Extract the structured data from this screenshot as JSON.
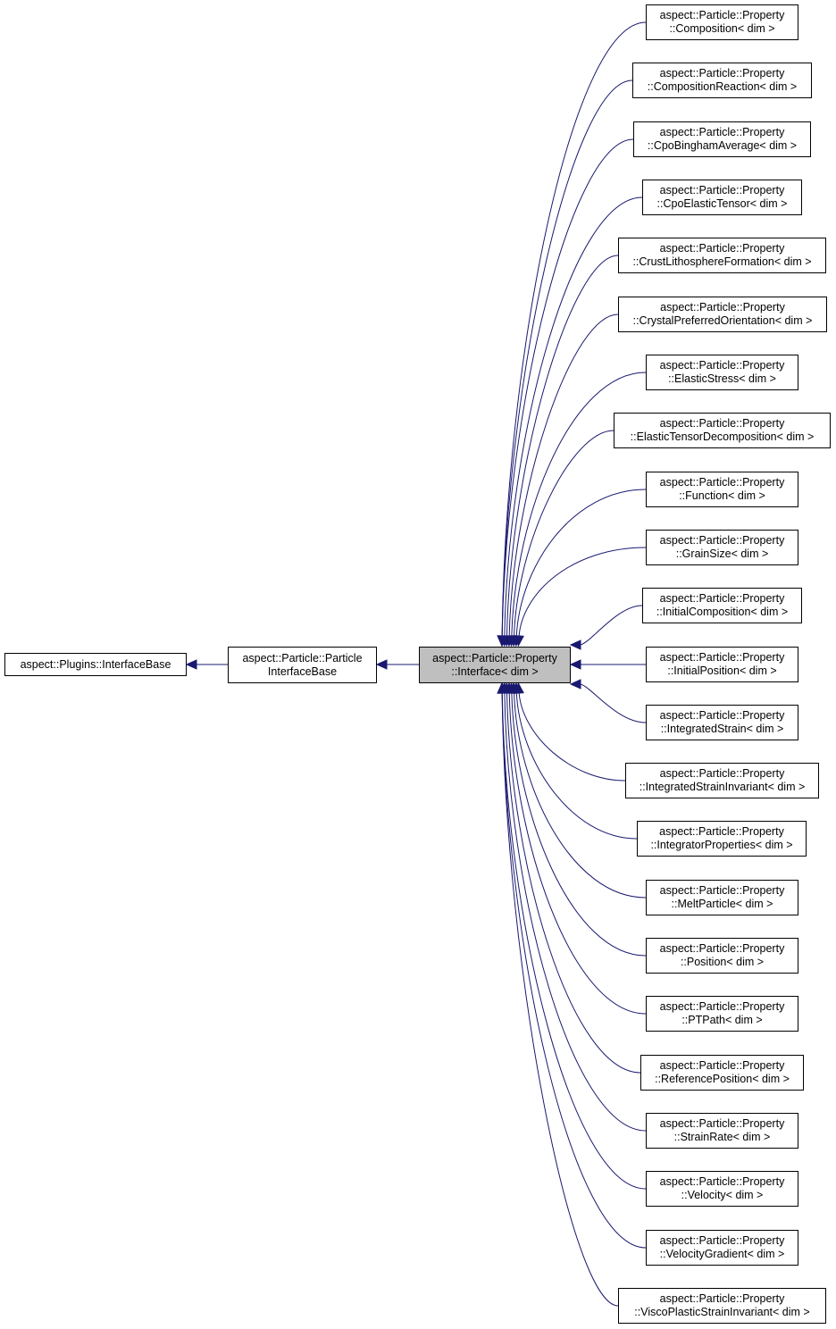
{
  "colors": {
    "edge": "#191970",
    "focus_fill": "#bfbfbf",
    "node_border": "#000000"
  },
  "base_chain": [
    {
      "id": "plugins",
      "lines": [
        "aspect::Plugins::InterfaceBase"
      ]
    },
    {
      "id": "particle",
      "lines": [
        "aspect::Particle::Particle",
        "InterfaceBase"
      ]
    }
  ],
  "focus": {
    "lines": [
      "aspect::Particle::Property",
      "::Interface< dim >"
    ]
  },
  "derived": [
    {
      "lines": [
        "aspect::Particle::Property",
        "::Composition< dim >"
      ]
    },
    {
      "lines": [
        "aspect::Particle::Property",
        "::CompositionReaction< dim >"
      ]
    },
    {
      "lines": [
        "aspect::Particle::Property",
        "::CpoBinghamAverage< dim >"
      ]
    },
    {
      "lines": [
        "aspect::Particle::Property",
        "::CpoElasticTensor< dim >"
      ]
    },
    {
      "lines": [
        "aspect::Particle::Property",
        "::CrustLithosphereFormation< dim >"
      ]
    },
    {
      "lines": [
        "aspect::Particle::Property",
        "::CrystalPreferredOrientation< dim >"
      ]
    },
    {
      "lines": [
        "aspect::Particle::Property",
        "::ElasticStress< dim >"
      ]
    },
    {
      "lines": [
        "aspect::Particle::Property",
        "::ElasticTensorDecomposition< dim >"
      ]
    },
    {
      "lines": [
        "aspect::Particle::Property",
        "::Function< dim >"
      ]
    },
    {
      "lines": [
        "aspect::Particle::Property",
        "::GrainSize< dim >"
      ]
    },
    {
      "lines": [
        "aspect::Particle::Property",
        "::InitialComposition< dim >"
      ]
    },
    {
      "lines": [
        "aspect::Particle::Property",
        "::InitialPosition< dim >"
      ]
    },
    {
      "lines": [
        "aspect::Particle::Property",
        "::IntegratedStrain< dim >"
      ]
    },
    {
      "lines": [
        "aspect::Particle::Property",
        "::IntegratedStrainInvariant< dim >"
      ]
    },
    {
      "lines": [
        "aspect::Particle::Property",
        "::IntegratorProperties< dim >"
      ]
    },
    {
      "lines": [
        "aspect::Particle::Property",
        "::MeltParticle< dim >"
      ]
    },
    {
      "lines": [
        "aspect::Particle::Property",
        "::Position< dim >"
      ]
    },
    {
      "lines": [
        "aspect::Particle::Property",
        "::PTPath< dim >"
      ]
    },
    {
      "lines": [
        "aspect::Particle::Property",
        "::ReferencePosition< dim >"
      ]
    },
    {
      "lines": [
        "aspect::Particle::Property",
        "::StrainRate< dim >"
      ]
    },
    {
      "lines": [
        "aspect::Particle::Property",
        "::Velocity< dim >"
      ]
    },
    {
      "lines": [
        "aspect::Particle::Property",
        "::VelocityGradient< dim >"
      ]
    },
    {
      "lines": [
        "aspect::Particle::Property",
        "::ViscoPlasticStrainInvariant< dim >"
      ]
    }
  ]
}
